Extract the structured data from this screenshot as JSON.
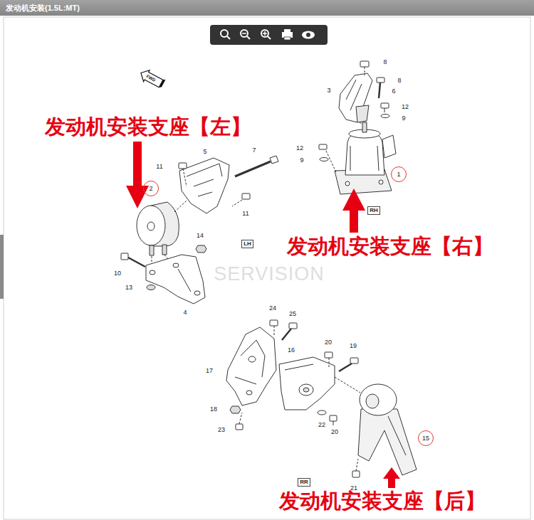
{
  "diagram": {
    "title": "发动机安装(1.5L:MT)",
    "nodes": [
      {
        "text": [
          "1"
        ]
      },
      {
        "text": [
          "2"
        ]
      },
      {
        "text": [
          "RH"
        ]
      },
      {
        "text": [
          "LH"
        ]
      },
      {
        "text": [
          "15"
        ]
      },
      {
        "text": [
          "RR"
        ]
      }
    ],
    "labels": [
      "发动机安装支座【左】",
      "8",
      "8",
      "3",
      "6",
      "12",
      "9",
      "12",
      "9",
      "11",
      "5",
      "7",
      "11",
      "发动机安装支座【右】",
      "14",
      "10",
      "13",
      "SERVISION",
      "4",
      "24",
      "25",
      "20",
      "19",
      "16",
      "17",
      "18",
      "22",
      "20",
      "23",
      "21",
      "发动机安装支座【后】",
      "FWD"
    ]
  }
}
